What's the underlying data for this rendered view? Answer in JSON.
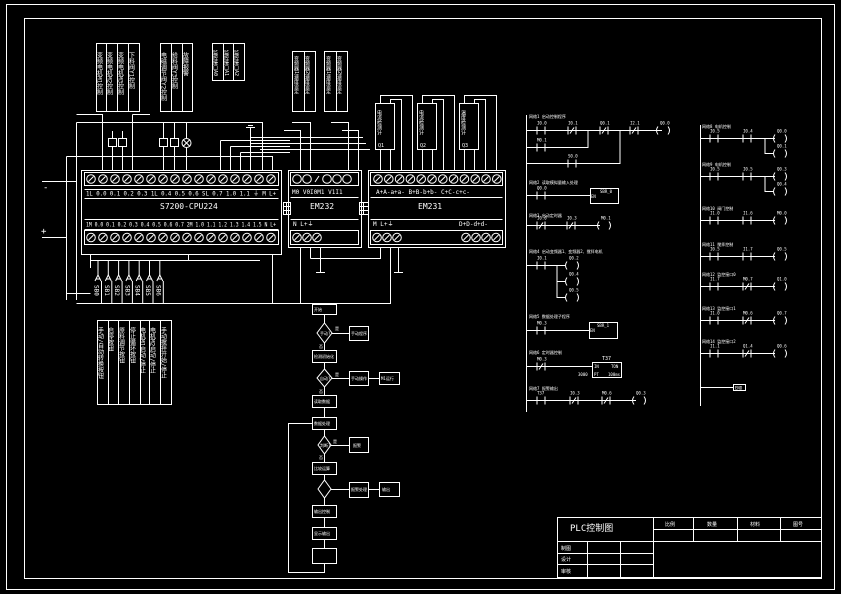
{
  "drawing": {
    "title": "PLC控制图",
    "colors": {
      "background": "#000000",
      "line": "#ffffff"
    }
  },
  "power": {
    "minus_label": "-",
    "plus_label": "+"
  },
  "plc": {
    "model": "S7200-CPU224",
    "top_terminals": [
      "1L",
      "0.0",
      "0.1",
      "0.2",
      "0.3",
      "1L",
      "0.4",
      "0.5",
      "0.6",
      "SL",
      "0.7",
      "1.0",
      "1.1",
      "⏚",
      "M",
      "L+"
    ],
    "bottom_terminals": [
      "1M",
      "0.0",
      "0.1",
      "0.2",
      "0.3",
      "0.4",
      "0.5",
      "0.6",
      "0.7",
      "2M",
      "1.0",
      "1.1",
      "1.2",
      "1.3",
      "1.4",
      "1.5",
      "N",
      "L+"
    ]
  },
  "modules": [
    {
      "name": "EM232",
      "top_terminals": "M0 V0I0M1 V1I1",
      "bottom_terminals": "N L+⏚"
    },
    {
      "name": "EM231",
      "top_terminals": "A+A-a+a- B+B-b+b- C+C-c+c-",
      "bottom_terminals_left": "M L+⏚",
      "bottom_terminals_right": "D+D-d+d-"
    }
  ],
  "sensors": [
    {
      "label": "电流检测计",
      "tag": "Q1"
    },
    {
      "label": "电流检测计",
      "tag": "Q2"
    },
    {
      "label": "温度检测计",
      "tag": "Q3"
    }
  ],
  "output_labels": {
    "group1": [
      "变频电机M1控制",
      "变频电机M2控制",
      "变频电机M3控制",
      "下料阀Y1控制"
    ],
    "group2": [
      "电磁调节阀Y2控制",
      "给料阀Y3控制",
      "故障报警"
    ],
    "group3": [
      "监控接口A0",
      "监控接口A1",
      "监控接口A2"
    ],
    "analog": [
      "变频器1速度设定",
      "变频器2速度设定"
    ]
  },
  "buttons": {
    "tags": [
      "SB0",
      "SB1",
      "SB2",
      "SB3",
      "SB4",
      "SB5",
      "SB6"
    ],
    "labels": [
      "手动/自动转换按钮",
      "启停按钮",
      "原料调节按钮",
      "停止循环按钮",
      "电机M1启动/停止",
      "电机M2启动/停止",
      "手动搅拌开始/停止"
    ]
  },
  "flowchart": {
    "nodes": [
      "开始",
      "手动?",
      "检测初始化",
      "自动?",
      "读取数据",
      "数据处理",
      "判断?",
      "报警",
      "比较运算",
      "输出控制",
      "显示输出"
    ],
    "branches": [
      "手动程序",
      "手动操作",
      "M1运行",
      "报警处理",
      "输出"
    ],
    "edge_labels": [
      "是",
      "否",
      "是",
      "否",
      "是",
      "否"
    ]
  },
  "ladder": {
    "networks": [
      {
        "title": "网络1  启动控制程序",
        "contacts": [
          "I0.0",
          "I0.1",
          "Q0.1",
          "I2.1"
        ],
        "branch": [
          "M0.1",
          "S0.0"
        ],
        "coil": "Q0.0"
      },
      {
        "title": "网络2  读取模拟量输入处理",
        "contacts": [
          "Q0.0"
        ],
        "box": "SBR_0",
        "box_pin": "EN"
      },
      {
        "title": "网络3  启动定时器",
        "contacts": [
          "I0.0",
          "I0.3"
        ],
        "coil": "M0.1"
      },
      {
        "title": "网络4  启动变频器1、变频器2、搅拌电机",
        "contacts": [
          "I0.1"
        ],
        "coils": [
          "Q0.2",
          "Q0.4",
          "Q0.5"
        ]
      },
      {
        "title": "网络5  数据处理子程序",
        "contacts": [
          "M0.3"
        ],
        "box": "SBR_1",
        "box_pin": "EN"
      },
      {
        "title": "网络6  定时器控制",
        "contacts": [
          "M0.3"
        ],
        "box": "T37",
        "box_pins": [
          "IN",
          "TON",
          "PT",
          "100ms"
        ],
        "preset": "3000"
      },
      {
        "title": "网络7  报警输出",
        "contacts": [
          "T37",
          "I0.3",
          "M0.6"
        ],
        "coil": "Q0.3"
      },
      {
        "title": "网络8  电机控制",
        "contacts": [
          "I0.5",
          "I0.4"
        ],
        "coils": [
          "Q0.0",
          "Q0.1"
        ]
      },
      {
        "title": "网络9  电机控制",
        "contacts": [
          "I0.5",
          "I0.5"
        ],
        "coils": [
          "Q0.3",
          "Q0.4"
        ]
      },
      {
        "title": "网络10 阀门控制",
        "contacts": [
          "I1.0",
          "I1.6"
        ],
        "coil": "M0.0"
      },
      {
        "title": "网络11 搅拌控制",
        "contacts": [
          "I0.5",
          "I1.7"
        ],
        "coil": "Q0.5"
      },
      {
        "title": "网络12 监控接口0",
        "contacts": [
          "I1.7",
          "M0.7"
        ],
        "coil": "Q1.0"
      },
      {
        "title": "网络13 监控接口1",
        "contacts": [
          "I1.0",
          "M0.6"
        ],
        "coil": "Q0.7"
      },
      {
        "title": "网络14 监控接口2",
        "contacts": [
          "I1.1",
          "Q1.4"
        ],
        "coil": "Q0.6"
      },
      {
        "title": "END",
        "end": "END"
      }
    ]
  },
  "title_block": {
    "title": "PLC控制图",
    "headers": [
      "比例",
      "数量",
      "材料",
      "图号"
    ],
    "rows": [
      "制图",
      "设计",
      "审核"
    ]
  }
}
